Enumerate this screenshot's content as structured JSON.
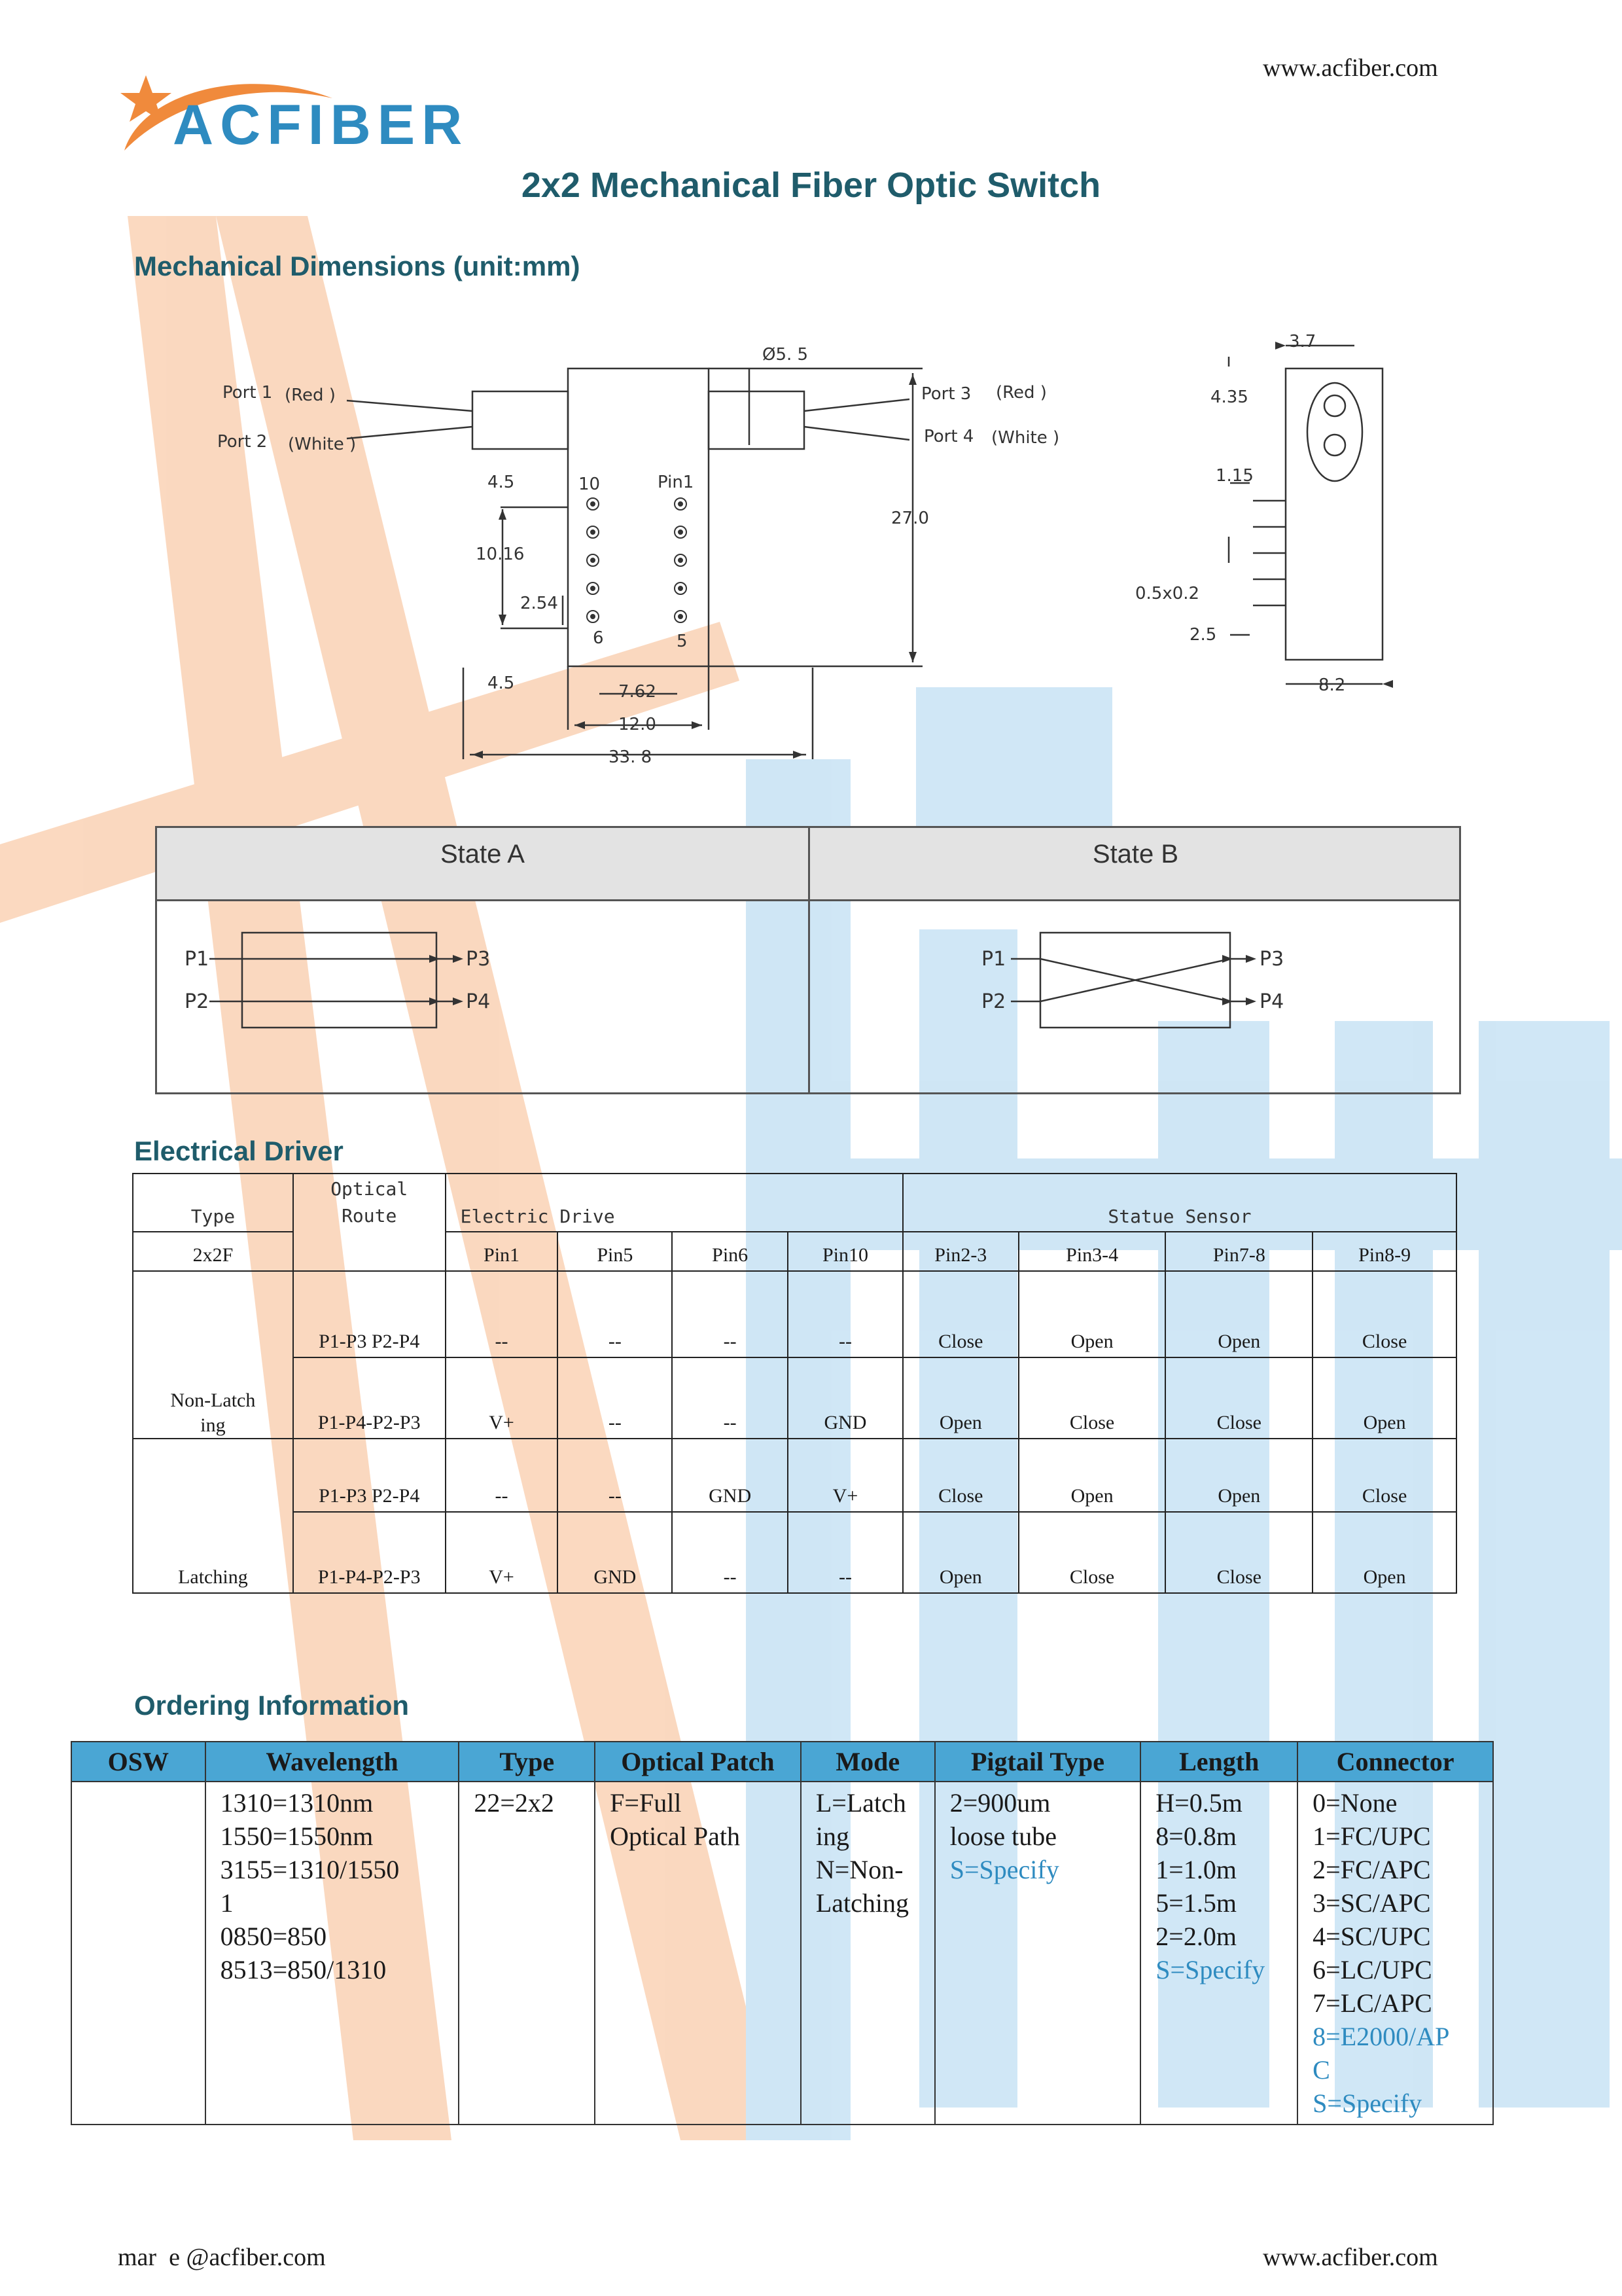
{
  "header": {
    "website": "www.acfiber.com",
    "logo_text": "ACFIBER"
  },
  "title": "2x2 Mechanical Fiber Optic Switch",
  "sections": {
    "mechanical": "Mechanical Dimensions (unit:mm)",
    "electrical": "Electrical Driver",
    "ordering": "Ordering Information"
  },
  "mech_drawing": {
    "port1": "Port 1",
    "port1_color": "(Red   )",
    "port2": "Port 2",
    "port2_color": "(White )",
    "port3": "Port 3",
    "port3_color": "(Red   )",
    "port4": "Port 4",
    "port4_color": "(White )",
    "d_55": "Ø5. 5",
    "d_45a": "4.5",
    "d_10": "10",
    "d_pin1": "Pin1",
    "d_1016": "10.16",
    "d_254": "2.54",
    "d_6": "6",
    "d_5": "5",
    "d_45b": "4.5",
    "d_762": "7.62",
    "d_120": "12.0",
    "d_338": "33. 8",
    "d_270": "27.0",
    "d_37": "3.7",
    "d_435": "4.35",
    "d_115": "1.15",
    "d_05x02": "0.5x0.2",
    "d_25": "2.5",
    "d_82": "8.2"
  },
  "states": {
    "a": {
      "title": "State A",
      "p1": "P1",
      "p2": "P2",
      "p3": "P3",
      "p4": "P4"
    },
    "b": {
      "title": "State B",
      "p1": "P1",
      "p2": "P2",
      "p3": "P3",
      "p4": "P4"
    }
  },
  "electrical_table": {
    "h_type": "Type",
    "h_optical": "Optical",
    "h_route": "Route",
    "h_electric": "Electric Drive",
    "h_sensor": "Statue Sensor",
    "type_name": "2x2F",
    "pins": [
      "Pin1",
      "Pin5",
      "Pin6",
      "Pin10",
      "Pin2-3",
      "Pin3-4",
      "Pin7-8",
      "Pin8-9"
    ],
    "group_nonlatching": "Non-Latching",
    "group_latching": "Latching",
    "rows": [
      {
        "route": "P1-P3 P2-P4",
        "cells": [
          "--",
          "--",
          "--",
          "--",
          "Close",
          "Open",
          "Open",
          "Close"
        ]
      },
      {
        "route": "P1-P4-P2-P3",
        "cells": [
          "V+",
          "--",
          "--",
          "GND",
          "Open",
          "Close",
          "Close",
          "Open"
        ]
      },
      {
        "route": "P1-P3 P2-P4",
        "cells": [
          "--",
          "--",
          "GND",
          "V+",
          "Close",
          "Open",
          "Open",
          "Close"
        ]
      },
      {
        "route": "P1-P4-P2-P3",
        "cells": [
          "V+",
          "GND",
          "--",
          "--",
          "Open",
          "Close",
          "Close",
          "Open"
        ]
      }
    ]
  },
  "ordering_table": {
    "headers": [
      "OSW",
      "Wavelength",
      "Type",
      "Optical Patch",
      "Mode",
      "Pigtail Type",
      "Length",
      "Connector"
    ],
    "wavelength": [
      "1310=1310nm",
      "1550=1550nm",
      "3155=1310/1550",
      "1",
      "0850=850",
      "8513=850/1310"
    ],
    "type": [
      "22=2x2"
    ],
    "patch": [
      "F=Full",
      "Optical Path"
    ],
    "mode": [
      "L=Latch",
      "ing",
      "N=Non-",
      "Latching"
    ],
    "pigtail": [
      "2=900um",
      "loose tube"
    ],
    "pigtail_blue": "S=Specify",
    "length": [
      "H=0.5m",
      "8=0.8m",
      "1=1.0m",
      "5=1.5m",
      "2=2.0m"
    ],
    "length_blue": "S=Specify",
    "connector": [
      "0=None",
      "1=FC/UPC",
      "2=FC/APC",
      "3=SC/APC",
      "4=SC/UPC",
      "6=LC/UPC",
      "7=LC/APC"
    ],
    "connector_blue": [
      "8=E2000/AP",
      "C",
      "S=Specify"
    ]
  },
  "footer": {
    "email": "mar  e @acfiber.com",
    "website": "www.acfiber.com"
  },
  "colors": {
    "accent": "#1f5c6b",
    "header_blue": "#4aa6d4",
    "watermark_orange": "#f7b98c",
    "watermark_blue": "#a9d3ee"
  }
}
